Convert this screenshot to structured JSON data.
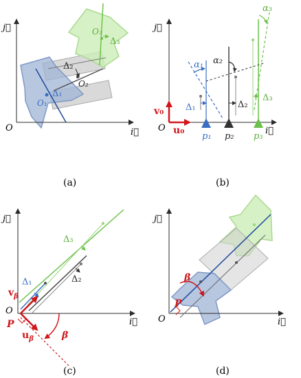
{
  "colors": {
    "axis": "#2a2a2a",
    "blue": "#3a6ec2",
    "green": "#6cc14a",
    "red": "#d0161b",
    "dark": "#333333",
    "gray": "#777777",
    "blue_fill": "#9fb4d6",
    "green_fill": "#cdeeb8",
    "gray_fill": "#cfcfcf"
  },
  "panels": [
    {
      "id": "a",
      "caption": "(a)",
      "axis_labels": {
        "origin": "O",
        "x": "i⃗",
        "y": "j⃗"
      },
      "labels": {
        "o1": "O₁",
        "d1": "Δ₁",
        "o2": "O₂",
        "d2": "Δ₂",
        "o3": "O₃",
        "d3": "Δ₃"
      }
    },
    {
      "id": "b",
      "caption": "(b)",
      "axis_labels": {
        "origin": "O",
        "x": "i⃗",
        "y": "j⃗"
      },
      "labels": {
        "v0": "v₀",
        "u0": "u₀",
        "d1": "Δ₁",
        "d2": "Δ₂",
        "d3": "Δ₃",
        "p1": "p₁",
        "p2": "p₂",
        "p3": "p₃",
        "a1": "α₁",
        "a2": "α₂",
        "a3": "α₃"
      }
    },
    {
      "id": "c",
      "caption": "(c)",
      "axis_labels": {
        "origin": "O",
        "x": "i⃗",
        "y": "j⃗"
      },
      "labels": {
        "d1": "Δ₁",
        "d2": "Δ₂",
        "d3": "Δ₃",
        "vb": "v",
        "ub": "u",
        "beta_sub": "β",
        "P": "P",
        "beta": "β"
      }
    },
    {
      "id": "d",
      "caption": "(d)",
      "axis_labels": {
        "origin": "O",
        "x": "i⃗",
        "y": "j⃗"
      },
      "labels": {
        "beta": "β",
        "P": "P"
      }
    }
  ]
}
